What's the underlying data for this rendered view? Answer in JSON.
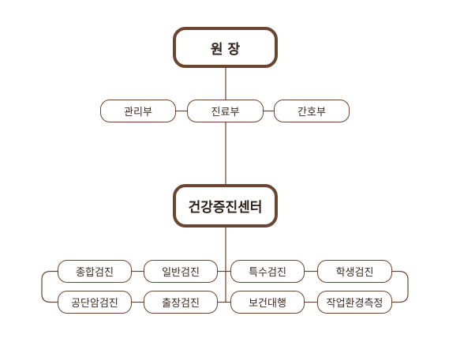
{
  "director": {
    "label": "원 장"
  },
  "departments": [
    {
      "label": "관리부"
    },
    {
      "label": "진료부"
    },
    {
      "label": "간호부"
    }
  ],
  "center": {
    "label": "건강증진센터"
  },
  "services": {
    "row1": [
      {
        "label": "종합검진"
      },
      {
        "label": "일반검진"
      },
      {
        "label": "특수검진"
      },
      {
        "label": "학생검진"
      }
    ],
    "row2": [
      {
        "label": "공단암검진"
      },
      {
        "label": "출장검진"
      },
      {
        "label": "보건대행"
      },
      {
        "label": "작업환경측정"
      }
    ]
  },
  "colors": {
    "border": "#6a4531",
    "line": "#6a4531",
    "text": "#3b2a22"
  }
}
